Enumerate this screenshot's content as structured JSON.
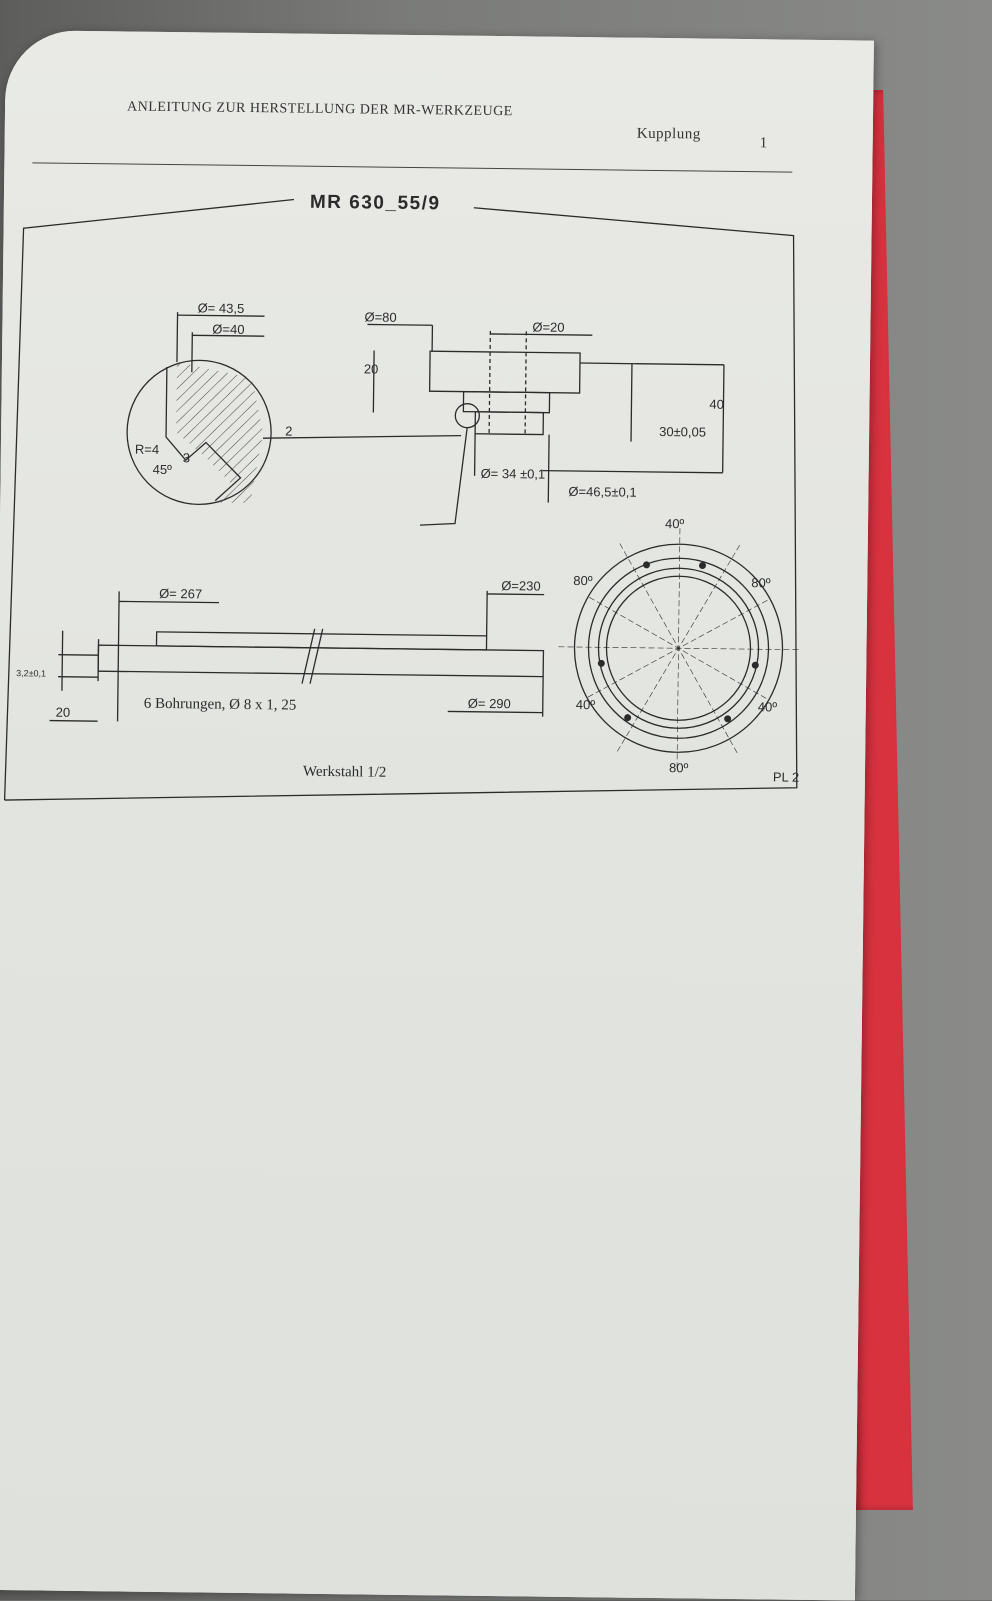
{
  "header": {
    "title": "Anleitung zur Herstellung der MR-Werkzeuge",
    "section": "Kupplung",
    "page_number": "1"
  },
  "drawing": {
    "title": "MR 630_55/9",
    "material": "Werkstahl   1/2",
    "sheet": "PL 2",
    "detail": {
      "dia_outer": "Ø= 43,5",
      "dia_inner": "Ø=40",
      "radius": "R=4",
      "angle": "45º",
      "depth": "3",
      "offset": "2"
    },
    "side_view": {
      "dia_80": "Ø=80",
      "dia_20": "Ø=20",
      "height_20": "20",
      "height_40": "40",
      "tol_30": "30±0,05",
      "dia_34": "Ø= 34 ±0,1",
      "dia_46": "Ø=46,5±0,1"
    },
    "section_view": {
      "dia_267": "Ø= 267",
      "dia_230": "Ø=230",
      "dia_290": "Ø= 290",
      "thickness": "3,2±0,1",
      "width_20": "20",
      "holes": "6 Bohrungen,  Ø 8 x 1, 25"
    },
    "circle_view": {
      "top": "40º",
      "upper_left": "80º",
      "upper_right": "80º",
      "lower_left": "40º",
      "lower_right": "40º",
      "bottom": "80º"
    }
  }
}
